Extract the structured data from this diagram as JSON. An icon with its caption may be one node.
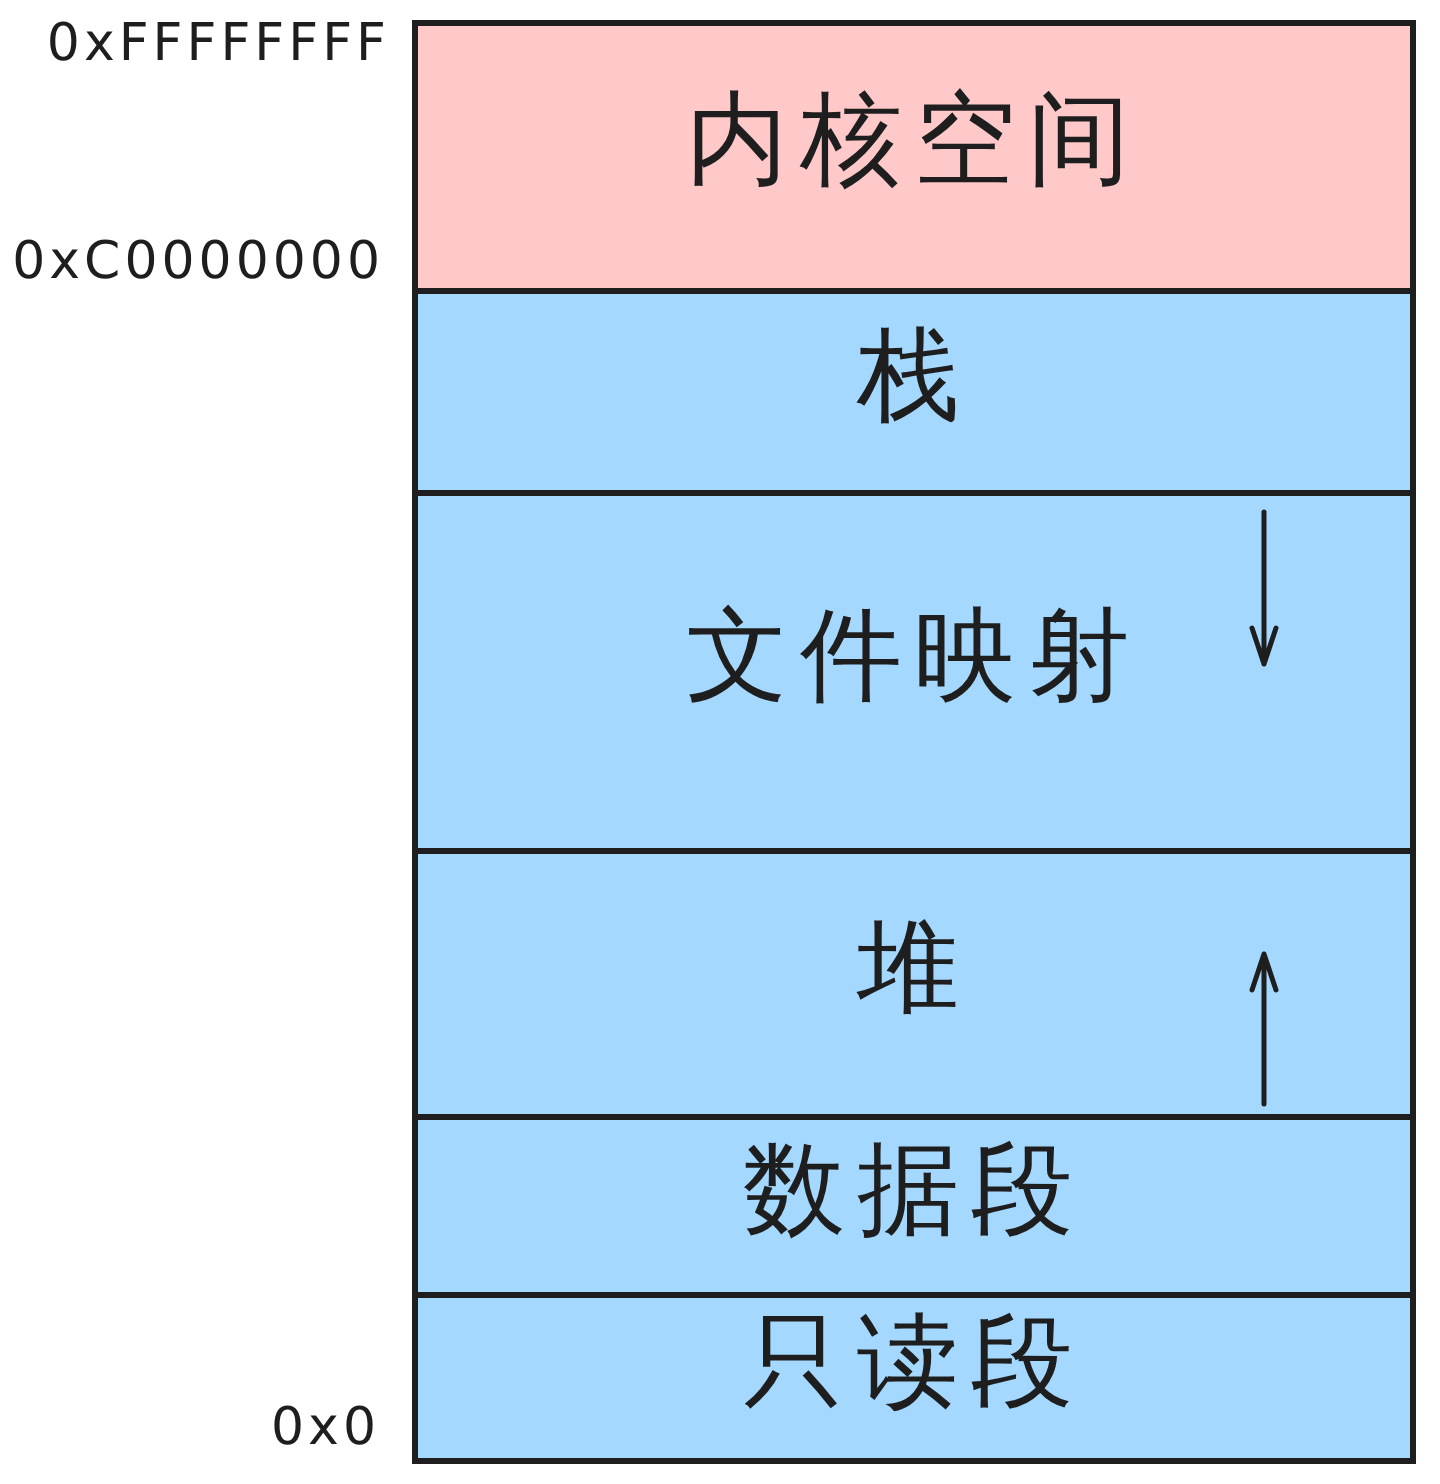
{
  "diagram": {
    "nodes": [
      {
        "text": [
          "内核空间"
        ]
      },
      {
        "text": [
          "栈"
        ]
      },
      {
        "text": [
          "文件映射"
        ]
      },
      {
        "text": [
          "堆"
        ]
      },
      {
        "text": [
          "数据段"
        ]
      },
      {
        "text": [
          "只读段"
        ]
      }
    ],
    "labels": [
      "0xFFFFFFFF",
      "0xC0000000",
      "0x0"
    ]
  }
}
